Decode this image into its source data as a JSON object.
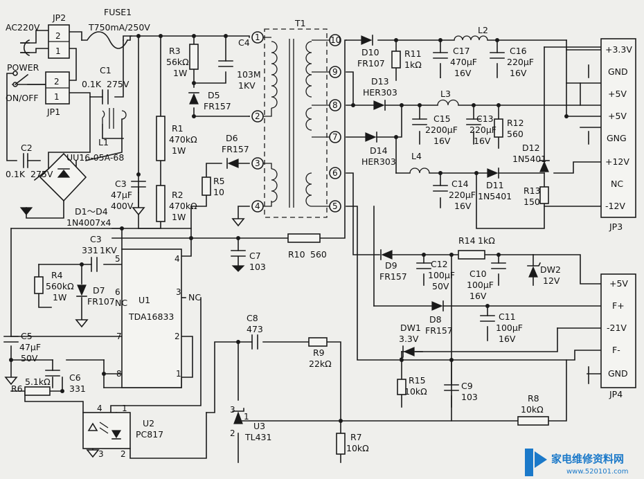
{
  "labels": {
    "jp2": "JP2",
    "fuse1": "FUSE1",
    "fuse_rating": "T750mA/250V",
    "ac220v": "AC220V",
    "power": "POWER",
    "on_off": "ON/OFF",
    "jp1": "JP1",
    "c1": "C1",
    "c1_val": "0.1K",
    "c1_v": "275V",
    "c2": "C2",
    "c2_val": "0.1K",
    "c2_v": "275V",
    "l1": "L1",
    "l1_part": "UU16-05A-68",
    "c3_top": "C3",
    "c3_val": "47μF",
    "c3_v": "400V",
    "d1d4": "D1～D4",
    "d1d4_part": "1N4007x4",
    "r3": "R3",
    "r3_val": "56kΩ",
    "r3_w": "1W",
    "c4": "C4",
    "c4_val": "103M",
    "c4_v": "1KV",
    "d5": "D5",
    "d5_part": "FR157",
    "r1": "R1",
    "r1_val": "470kΩ",
    "r1_w": "1W",
    "r2": "R2",
    "r2_val": "470kΩ",
    "r2_w": "1W",
    "d6": "D6",
    "d6_part": "FR157",
    "r5": "R5",
    "r5_val": "10",
    "t1": "T1",
    "p1": "1",
    "p2": "2",
    "p3": "3",
    "p4": "4",
    "p5": "5",
    "p6": "6",
    "p7": "7",
    "p8": "8",
    "p9": "9",
    "p10": "10",
    "d10": "D10",
    "d10_part": "FR107",
    "r11": "R11",
    "r11_val": "1kΩ",
    "c17": "C17",
    "c17_val": "470μF",
    "c17_v": "16V",
    "l2": "L2",
    "c16": "C16",
    "c16_val": "220μF",
    "c16_v": "16V",
    "d13": "D13",
    "d13_part": "HER303",
    "l3": "L3",
    "c15": "C15",
    "c15_val": "2200μF",
    "c15_v": "16V",
    "c13": "C13",
    "c13_val": "220μF",
    "c13_v": "16V",
    "r12": "R12",
    "r12_val": "560",
    "d12": "D12",
    "d12_part": "1N5401",
    "d14": "D14",
    "d14_part": "HER303",
    "l4": "L4",
    "c14": "C14",
    "c14_val": "220μF",
    "c14_v": "16V",
    "d11": "D11",
    "d11_part": "1N5401",
    "r13": "R13",
    "r13_val": "150",
    "jp3_pins": [
      "+3.3V",
      "GND",
      "+5V",
      "+5V",
      "GNG",
      "+12V",
      "NC",
      "-12V"
    ],
    "jp3": "JP3",
    "c3b": "C3",
    "c3b_val": "331",
    "c3b_v": "1KV",
    "r4": "R4",
    "r4_val": "560kΩ",
    "r4_w": "1W",
    "d7": "D7",
    "d7_part": "FR107",
    "nc": "NC",
    "u1": "U1",
    "u1_part": "TDA16833",
    "c7": "C7",
    "c7_val": "103",
    "r10": "R10",
    "r10_val": "560",
    "r14": "R14",
    "r14_val": "1kΩ",
    "d9": "D9",
    "d9_part": "FR157",
    "c12": "C12",
    "c12_val": "100μF",
    "c12_v": "50V",
    "c10": "C10",
    "c10_val": "100μF",
    "c10_v": "16V",
    "dw2": "DW2",
    "dw2_v": "12V",
    "d8": "D8",
    "d8_part": "FR157",
    "c11": "C11",
    "c11_val": "100μF",
    "c11_v": "16V",
    "jp4_pins": [
      "+5V",
      "F+",
      "-21V",
      "F-",
      "GND"
    ],
    "jp4": "JP4",
    "c5": "C5",
    "c5_val": "47μF",
    "c5_v": "50V",
    "c6": "C6",
    "c6_val": "331",
    "r6": "R6",
    "r6_val": "5.1kΩ",
    "c8": "C8",
    "c8_val": "473",
    "r9": "R9",
    "r9_val": "22kΩ",
    "dw1": "DW1",
    "dw1_v": "3.3V",
    "r15": "R15",
    "r15_val": "10kΩ",
    "c9": "C9",
    "c9_val": "103",
    "r8": "R8",
    "r8_val": "10kΩ",
    "u2": "U2",
    "u2_part": "PC817",
    "u3": "U3",
    "u3_part": "TL431",
    "r7": "R7",
    "r7_val": "10kΩ",
    "u1_pins": [
      "5",
      "4",
      "6",
      "3",
      "7",
      "2",
      "8",
      "1"
    ],
    "u2_pins": [
      "4",
      "1",
      "3",
      "2"
    ],
    "u3_pins": [
      "3",
      "1",
      "2"
    ],
    "jp_pin_1": "1",
    "jp_pin_2": "2"
  },
  "watermark": {
    "title": "家电维修资料网",
    "url": "www.520101.com",
    "color": "#1b79c9"
  }
}
